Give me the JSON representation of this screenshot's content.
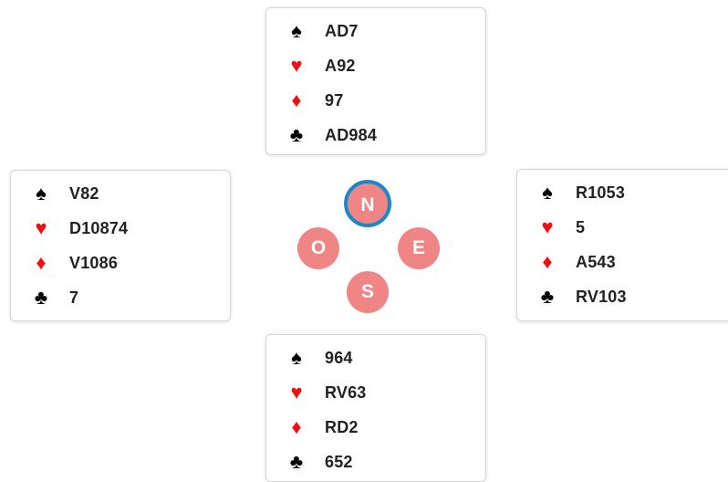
{
  "hands": {
    "north": [
      {
        "suit": "spade-icon",
        "glyph": "♠",
        "color": "#000000",
        "cards": "AD7"
      },
      {
        "suit": "heart-icon",
        "glyph": "♥",
        "color": "#ee1111",
        "cards": "A92"
      },
      {
        "suit": "diamond-icon",
        "glyph": "♦",
        "color": "#ee1111",
        "cards": "97"
      },
      {
        "suit": "club-icon",
        "glyph": "♣",
        "color": "#000000",
        "cards": "AD984"
      }
    ],
    "west": [
      {
        "suit": "spade-icon",
        "glyph": "♠",
        "color": "#000000",
        "cards": "V82"
      },
      {
        "suit": "heart-icon",
        "glyph": "♥",
        "color": "#ee1111",
        "cards": "D10874"
      },
      {
        "suit": "diamond-icon",
        "glyph": "♦",
        "color": "#ee1111",
        "cards": "V1086"
      },
      {
        "suit": "club-icon",
        "glyph": "♣",
        "color": "#000000",
        "cards": "7"
      }
    ],
    "east": [
      {
        "suit": "spade-icon",
        "glyph": "♠",
        "color": "#000000",
        "cards": "R1053"
      },
      {
        "suit": "heart-icon",
        "glyph": "♥",
        "color": "#ee1111",
        "cards": "5"
      },
      {
        "suit": "diamond-icon",
        "glyph": "♦",
        "color": "#ee1111",
        "cards": "A543"
      },
      {
        "suit": "club-icon",
        "glyph": "♣",
        "color": "#000000",
        "cards": "RV103"
      }
    ],
    "south": [
      {
        "suit": "spade-icon",
        "glyph": "♠",
        "color": "#000000",
        "cards": "964"
      },
      {
        "suit": "heart-icon",
        "glyph": "♥",
        "color": "#ee1111",
        "cards": "RV63"
      },
      {
        "suit": "diamond-icon",
        "glyph": "♦",
        "color": "#ee1111",
        "cards": "RD2"
      },
      {
        "suit": "club-icon",
        "glyph": "♣",
        "color": "#000000",
        "cards": "652"
      }
    ]
  },
  "compass": {
    "north": "N",
    "west": "O",
    "east": "E",
    "south": "S",
    "active_seat": "north",
    "seat_color": "#ef8585",
    "active_ring_color": "#1a88c6"
  }
}
